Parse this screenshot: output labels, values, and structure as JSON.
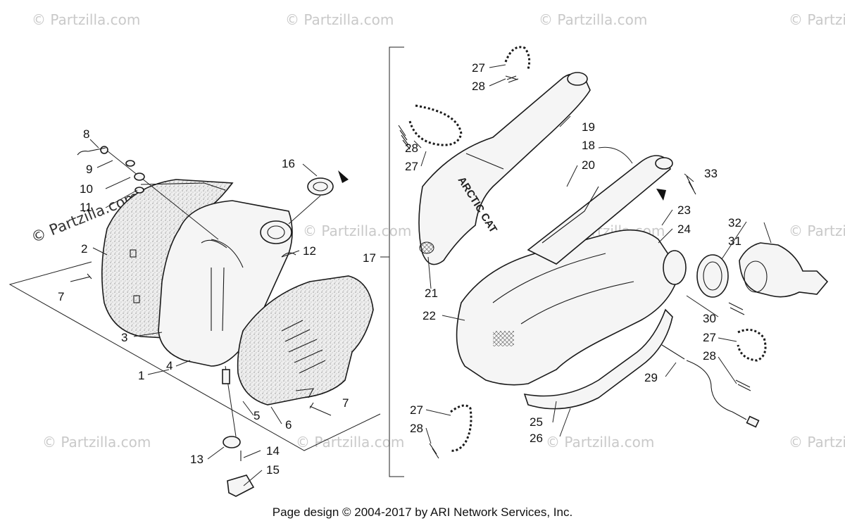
{
  "watermarks": {
    "text": "© Partzilla.com",
    "faint": "© Partzilla.com"
  },
  "callouts": {
    "c1": "1",
    "c2": "2",
    "c3": "3",
    "c4": "4",
    "c5": "5",
    "c6": "6",
    "c7a": "7",
    "c7b": "7",
    "c8": "8",
    "c9": "9",
    "c10": "10",
    "c11": "11",
    "c12": "12",
    "c13": "13",
    "c14": "14",
    "c15": "15",
    "c16": "16",
    "c17": "17",
    "c18": "18",
    "c19": "19",
    "c20": "20",
    "c21": "21",
    "c22": "22",
    "c23": "23",
    "c24": "24",
    "c25": "25",
    "c26": "26",
    "c27a": "27",
    "c28a": "28",
    "c28b": "28",
    "c27b": "27",
    "c27c": "27",
    "c28c": "28",
    "c27d": "27",
    "c28d": "28",
    "c29": "29",
    "c30": "30",
    "c31": "31",
    "c32": "32",
    "c33": "33"
  },
  "brand_marking": "ARCTIC CAT",
  "footer": "Page design © 2004-2017 by ARI Network Services, Inc."
}
